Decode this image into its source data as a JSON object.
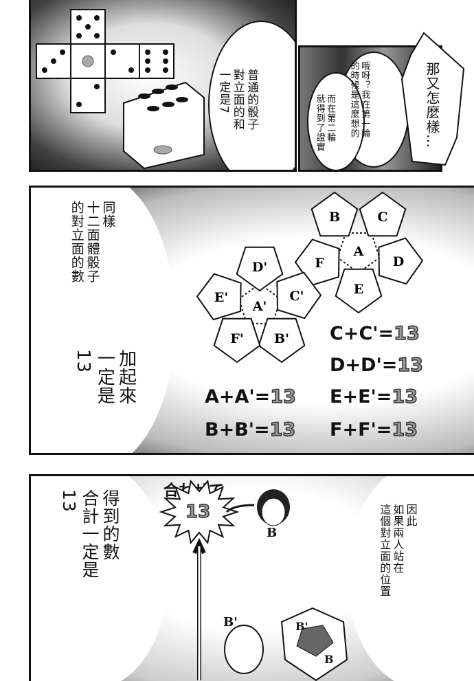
{
  "panel1": {
    "bubble_dice": [
      "普通的骰子",
      "對立面的和",
      "一定是7"
    ],
    "bubble_first_round": [
      "哦呀？我在第一輪",
      "的時候是這麼想的"
    ],
    "bubble_second_round": [
      "而在第二輪",
      "就得到了證實"
    ],
    "bubble_shout": [
      "那又怎麼樣…"
    ]
  },
  "panel2": {
    "bubble_top": [
      "同樣",
      "十二面體骰子",
      "的對立面的數"
    ],
    "bubble_bottom": [
      "加起來",
      "一定是",
      "13"
    ],
    "faces_right": [
      "A",
      "B",
      "C",
      "D",
      "E",
      "F"
    ],
    "faces_left": [
      "A'",
      "B'",
      "C'",
      "D'",
      "E'",
      "F'"
    ],
    "equations": [
      {
        "lhs": "A+A'=",
        "rhs": "13"
      },
      {
        "lhs": "B+B'=",
        "rhs": "13"
      },
      {
        "lhs": "C+C'=",
        "rhs": "13"
      },
      {
        "lhs": "D+D'=",
        "rhs": "13"
      },
      {
        "lhs": "E+E'=",
        "rhs": "13"
      },
      {
        "lhs": "F+F'=",
        "rhs": "13"
      }
    ]
  },
  "panel3": {
    "bubble_left": [
      "得到的數",
      "合計一定是",
      "13"
    ],
    "bubble_right": [
      "因此",
      "如果兩人站在",
      "這個對立面的位置"
    ],
    "sfx_label": "合わせて",
    "sfx_number": "13",
    "face_b": "B",
    "face_b_prime": "B'",
    "solid_b_prime": "B'",
    "solid_b": "B"
  }
}
